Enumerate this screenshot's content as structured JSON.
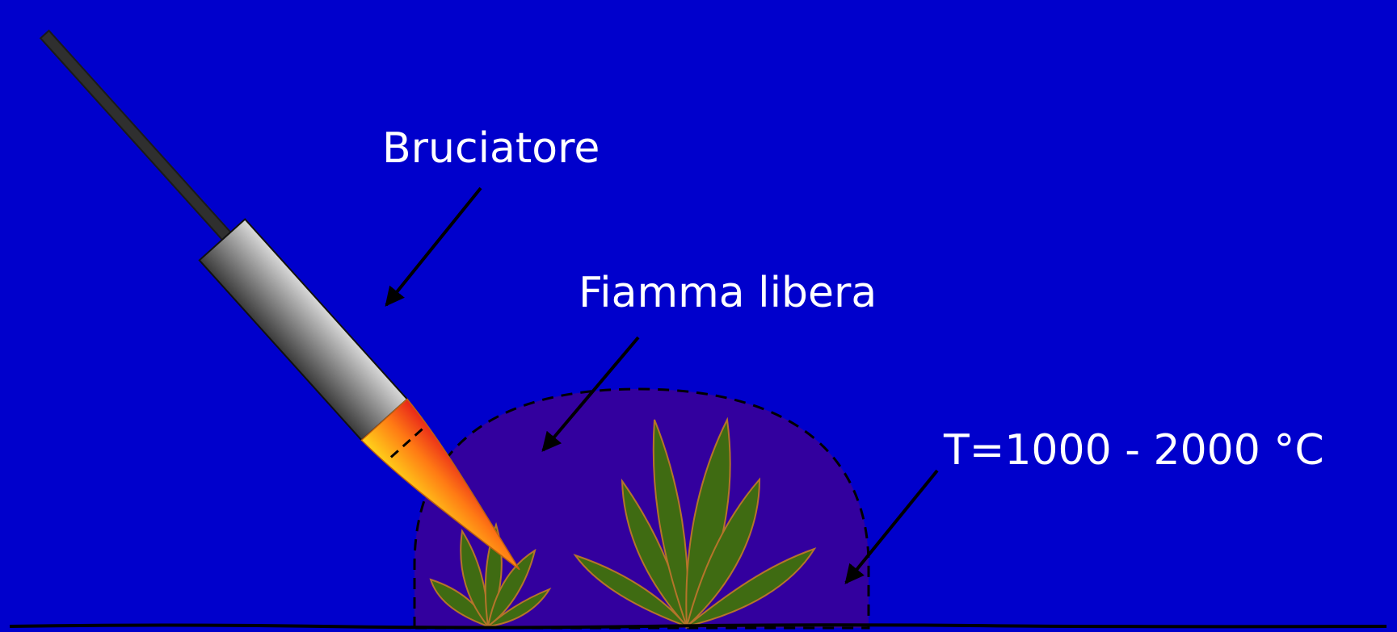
{
  "labels": {
    "burner": "Bruciatore",
    "flame": "Fiamma libera",
    "temperature": "T=1000 - 2000 °C"
  },
  "colors": {
    "background": "#0000cc",
    "heat_zone": "#33009e",
    "plant_fill": "#3f6b12",
    "plant_stroke": "#b5742a",
    "flame_start": "#e8241a",
    "flame_end": "#ffd21a",
    "text": "#ffffff"
  },
  "icons": {
    "burner": "burner-torch-icon",
    "flame": "flame-icon",
    "plant": "plant-icon"
  }
}
